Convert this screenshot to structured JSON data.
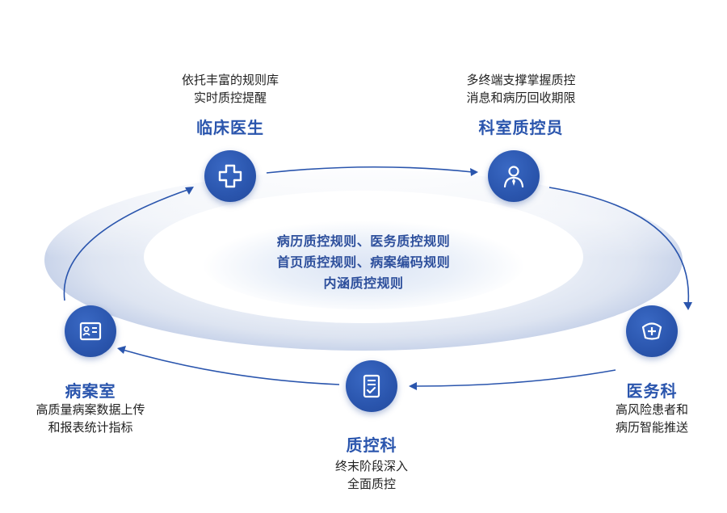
{
  "core_rules": {
    "line1": "病历质控规则、医务质控规则",
    "line2": "首页质控规则、病案编码规则",
    "line3": "内涵质控规则"
  },
  "roles": {
    "clinician": {
      "title": "临床医生",
      "desc1": "依托丰富的规则库",
      "desc2": "实时质控提醒",
      "icon": "medical-cross-icon"
    },
    "qc_staff": {
      "title": "科室质控员",
      "desc1": "多终端支撑掌握质控",
      "desc2": "消息和病历回收期限",
      "icon": "person-tie-icon"
    },
    "medical_affairs": {
      "title": "医务科",
      "desc1": "高风险患者和",
      "desc2": "病历智能推送",
      "icon": "nurse-cap-icon"
    },
    "qc_dept": {
      "title": "质控科",
      "desc1": "终末阶段深入",
      "desc2": "全面质控",
      "icon": "checklist-icon"
    },
    "records_room": {
      "title": "病案室",
      "desc1": "高质量病案数据上传",
      "desc2": "和报表统计指标",
      "icon": "id-card-icon"
    }
  },
  "colors": {
    "accent": "#2a55ad",
    "center_text": "#2d4f9c",
    "ring": "#dfe6f3"
  }
}
